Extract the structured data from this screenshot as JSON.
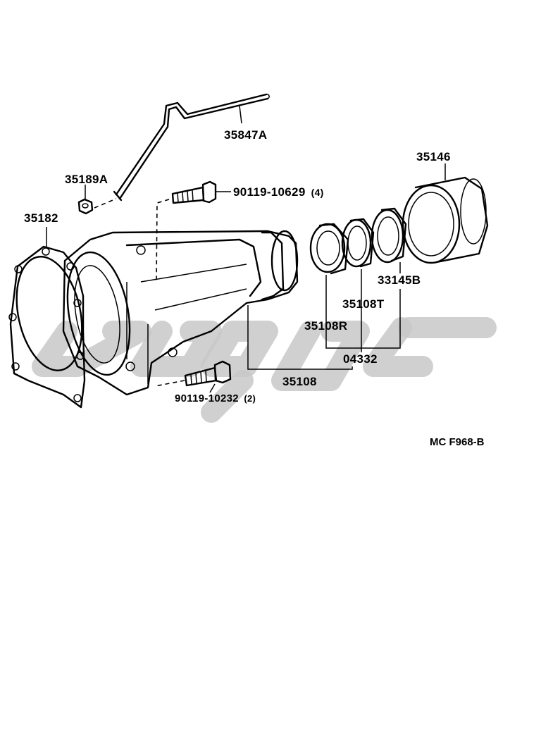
{
  "parts": {
    "wire": "35847A",
    "plug": "35189A",
    "bolt_upper": "90119-10629",
    "bolt_upper_qty": "(4)",
    "gasket": "35182",
    "dust_cover": "35146",
    "seal": "33145B",
    "bushing_t": "35108T",
    "bushing_r": "35108R",
    "kit": "04332",
    "housing": "35108",
    "bolt_lower": "90119-10232",
    "bolt_lower_qty": "(2)"
  },
  "figure_ref": "MC F968-B",
  "watermark": {
    "text": "GTSC",
    "color": "#c8c8c8"
  }
}
